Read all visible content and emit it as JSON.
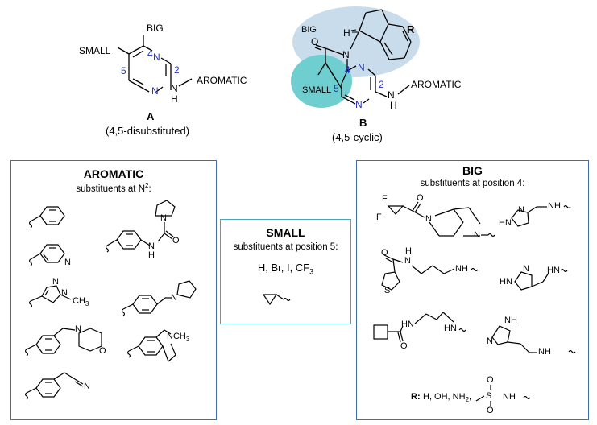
{
  "structure_A": {
    "label_big": "BIG",
    "label_small": "SMALL",
    "label_aromatic": "AROMATIC",
    "pos4": "4",
    "pos5": "5",
    "pos2": "2",
    "n_top": "N",
    "n_bottom": "N",
    "nh": "N",
    "h": "H",
    "name": "A",
    "caption": "(4,5-disubstituted)"
  },
  "structure_B": {
    "label_big": "BIG",
    "label_small": "SMALL",
    "label_r": "R",
    "label_aromatic": "AROMATIC",
    "pos4": "4",
    "pos5": "5",
    "pos2": "2",
    "o": "O",
    "n_amide": "N",
    "n_ring_top": "N",
    "n_ring_bottom": "N",
    "h_stereo": "H",
    "nh": "H",
    "nh_n": "N",
    "name": "B",
    "caption": "(4,5-cyclic)"
  },
  "aromatic_panel": {
    "title": "AROMATIC",
    "subtitle_prefix": "substituents at N",
    "subtitle_sup": "2",
    "subtitle_suffix": ":",
    "pyridine_n": "N",
    "urea_n": "N",
    "urea_o": "O",
    "urea_nh": "H",
    "urea_nh_n": "N",
    "pyrazole_n1": "N",
    "pyrazole_n2": "N",
    "pyrazole_me": "CH",
    "pyrazole_me_sub": "3",
    "pyrrolidine_n": "N",
    "morpholine_n": "N",
    "morpholine_o": "O",
    "thiq_n": "N",
    "thiq_me": "CH",
    "thiq_me_sub": "3",
    "nitrile_n": "N"
  },
  "small_panel": {
    "title": "SMALL",
    "subtitle": "substituents at position 5:",
    "list_text": "H, Br, I, CF",
    "list_sub": "3"
  },
  "big_panel": {
    "title": "BIG",
    "subtitle": "substituents at position 4:",
    "f1": "F",
    "f2": "F",
    "o1": "O",
    "n_bicyclic": "N",
    "n_bicyclic2": "N",
    "pyrazole_nh": "HN",
    "pyrazole_n": "N",
    "pyrazole_link": "NH",
    "thiophene_s": "S",
    "thiophene_o": "O",
    "thiophene_nh": "H",
    "thiophene_nh_n": "N",
    "thiophene_link": "NH",
    "imid_n": "N",
    "imid_hn": "HN",
    "imid_link": "HN",
    "cb_nh": "HN",
    "cb_o": "O",
    "cb_link": "HN",
    "imid2_nh": "NH",
    "imid2_n": "N",
    "imid2_link": "NH",
    "r_label": "R:",
    "r_values": "H, OH, NH",
    "r_values_sub": "2",
    "r_values_suffix": ",",
    "sulfonyl_s": "S",
    "sulfonyl_o1": "O",
    "sulfonyl_o2": "O",
    "sulfonyl_nh": "NH"
  },
  "colors": {
    "panel_border": "#3f6fa6",
    "position_label": "#2433c8",
    "big_highlight": "#c9dcec",
    "small_highlight": "#6fcfd0"
  }
}
